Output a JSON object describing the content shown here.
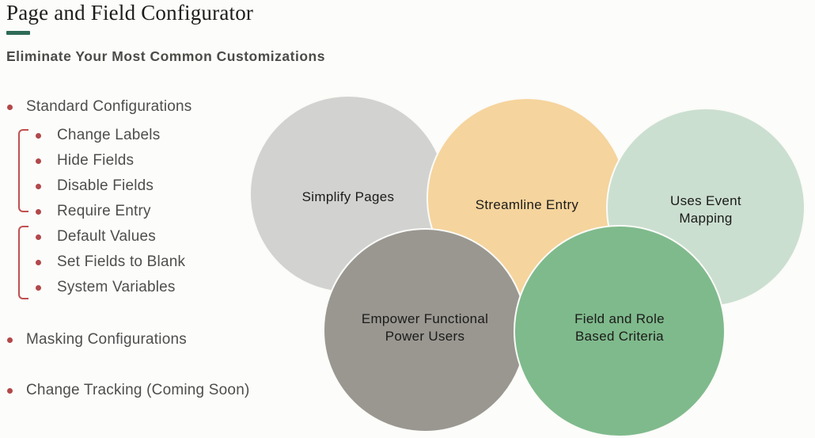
{
  "header": {
    "title": "Page and Field Configurator",
    "subtitle": "Eliminate Your Most Common Customizations",
    "accent_dash_color": "#2e6a55",
    "title_color": "#1c1c1a",
    "subtitle_color": "#4b4b48"
  },
  "list": {
    "text_color": "#4e4e4c",
    "bullet_color": "#b2484a",
    "bracket_color": "#c05050",
    "parent1": "Standard Configurations",
    "group_a": [
      "Change Labels",
      "Hide Fields",
      "Disable Fields",
      "Require Entry"
    ],
    "group_b": [
      "Default Values",
      "Set Fields to Blank",
      "System Variables"
    ],
    "parent2": "Masking Configurations",
    "parent3": "Change Tracking (Coming Soon)"
  },
  "venn": {
    "text_color": "#1b1b19",
    "circles": [
      {
        "name": "simplify-pages",
        "lines": [
          "Simplify Pages"
        ],
        "color": "#d2d3d1"
      },
      {
        "name": "streamline-entry",
        "lines": [
          "Streamline Entry"
        ],
        "color": "#f5d49d"
      },
      {
        "name": "uses-event-mapping",
        "lines": [
          "Uses Event",
          "Mapping"
        ],
        "color": "#cbdfd0"
      },
      {
        "name": "empower-functional-power-users",
        "lines": [
          "Empower Functional",
          "Power Users"
        ],
        "color": "#9a9791"
      },
      {
        "name": "field-and-role-based-criteria",
        "lines": [
          "Field and Role",
          "Based Criteria"
        ],
        "color": "#7fba8c"
      }
    ]
  }
}
